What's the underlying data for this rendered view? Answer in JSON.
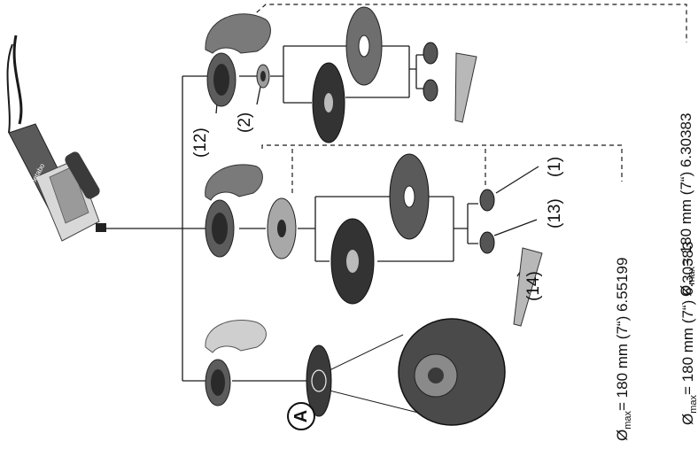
{
  "labels": {
    "part_12": "(12)",
    "part_2": "(2)",
    "part_1": "(1)",
    "part_13": "(13)",
    "part_14": "(14)",
    "tool_brand": "metabo",
    "detail_marker": "A"
  },
  "diameter_specs": {
    "symbol": "Ø",
    "subscript": "max",
    "spec_top_text": "= 180 mm (7“) 6.30383",
    "spec_middle_text": "= 180 mm (7“) 6.55199",
    "spec_bottom_text": "= 180 mm (7“) 6.30383"
  },
  "colors": {
    "line": "#1a1a1a",
    "guard_dark": "#7a7a7a",
    "guard_light": "#cfcfcf",
    "disc_dark": "#2e2e2e",
    "flange": "#9c9c9c",
    "background": "#ffffff"
  }
}
